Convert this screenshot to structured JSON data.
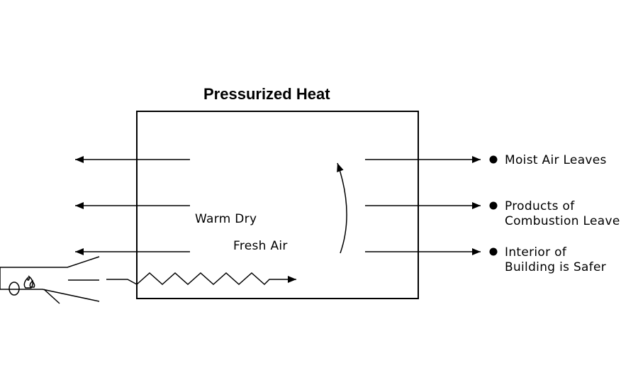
{
  "diagram": {
    "title": "Pressurized Heat",
    "center_label": {
      "line1": "Warm Dry",
      "line2": "Fresh Air"
    },
    "outcomes": [
      {
        "line1": "Moist Air Leaves",
        "line2": ""
      },
      {
        "line1": "Products of",
        "line2": "Combustion Leave"
      },
      {
        "line1": "Interior of",
        "line2": "Building is Safer"
      }
    ],
    "icons": {
      "bullet": "bullet-dot-icon",
      "flame": "flame-icon",
      "heater": "heater-icon"
    }
  }
}
